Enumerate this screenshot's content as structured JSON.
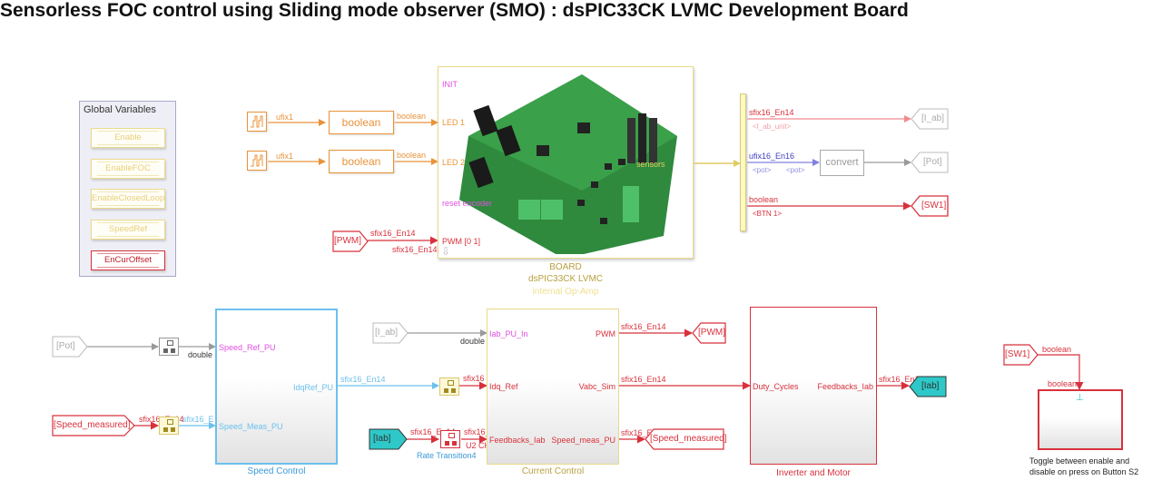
{
  "title": "Sensorless FOC control using Sliding mode observer (SMO) : dsPIC33CK LVMC Development Board",
  "colors": {
    "signal_orange": "#e8933a",
    "signal_red": "#d8313c",
    "signal_blue": "#6cc0ee",
    "signal_purple": "#7878e0",
    "signal_gray": "#8a8a8a",
    "goto_cyan": "#2ec8c8",
    "port_magenta": "#e050e0",
    "board_yellow": "#e8d98a"
  },
  "global_variables": {
    "title": "Global Variables",
    "items": [
      {
        "label": "Enable",
        "style": "yellow"
      },
      {
        "label": "EnableFOC",
        "style": "yellow"
      },
      {
        "label": "EnableClosedLoop",
        "style": "yellow"
      },
      {
        "label": "SpeedRef",
        "style": "yellow"
      },
      {
        "label": "EnCurOffset",
        "style": "red"
      }
    ]
  },
  "led_chain": [
    {
      "source_icon": "pulse-generator-icon",
      "source_type": "ufix1",
      "convert_label": "boolean",
      "out_type": "boolean"
    },
    {
      "source_icon": "pulse-generator-icon",
      "source_type": "ufix1",
      "convert_label": "boolean",
      "out_type": "boolean"
    }
  ],
  "board": {
    "ports_in": [
      "INIT",
      "LED 1",
      "LED 2",
      "reset encoder",
      "PWM [0 1]"
    ],
    "port_out": "sensors",
    "caption_line1": "BOARD",
    "caption_line2": "dsPIC33CK LVMC",
    "caption_line3": "internal Op-Amp",
    "pwm_from": {
      "tag": "[PWM]",
      "type_in": "sfix16_En14",
      "type_port": "sfix16_En14"
    }
  },
  "bus_outputs": [
    {
      "type": "sfix16_En14",
      "signal": "<I_ab_unit>",
      "goto": "[I_ab]"
    },
    {
      "type": "ufix16_En16",
      "signal": "<pot>",
      "signal2": "<pot>",
      "convert_label": "convert",
      "goto": "[Pot]"
    },
    {
      "type": "boolean",
      "signal": "<BTN 1>",
      "goto": "[SW1]"
    }
  ],
  "speed_control": {
    "name": "Speed Control",
    "inputs": [
      "Speed_Ref_PU",
      "Speed_Meas_PU"
    ],
    "outputs": [
      "IdqRef_PU"
    ],
    "from_pot": "[Pot]",
    "pot_type": "double",
    "from_speed": "[Speed_measured]",
    "speed_type_in": "sfix16_En14",
    "speed_type_out": "sfix16_En14",
    "out_type": "sfix16_En14"
  },
  "current_control": {
    "name": "Current Control",
    "inputs": [
      "Iab_PU_In",
      "Idq_Ref",
      "Feedbacks_Iab"
    ],
    "outputs": [
      "PWM",
      "Vabc_Sim",
      "Speed_meas_PU"
    ],
    "from_iab": "[I_ab]",
    "iab_type": "double",
    "idq_type": "sfix16",
    "from_fb": "[Iab]",
    "fb_type_in": "sfix16_En14",
    "fb_type_out": "sfix16_En14",
    "rate_transition_name": "Rate Transition4",
    "rate_transition_note": "U2 CH1",
    "out_types": [
      "sfix16_En14",
      "sfix16_En14",
      "sfix16_En14"
    ],
    "goto_pwm": "[PWM]",
    "goto_speed": "[Speed_measured]"
  },
  "inverter": {
    "name": "Inverter and Motor",
    "inputs": [
      "Duty_Cycles"
    ],
    "outputs": [
      "Feedbacks_Iab"
    ],
    "out_type": "sfix16_En14",
    "goto_fb": "[Iab]"
  },
  "toggle": {
    "from_sw": "[SW1]",
    "type_out": "boolean",
    "type_in": "boolean",
    "trigger_icon": "trigger-icon",
    "caption_line1": "Toggle between enable and",
    "caption_line2": "disable on press on Button S2"
  }
}
